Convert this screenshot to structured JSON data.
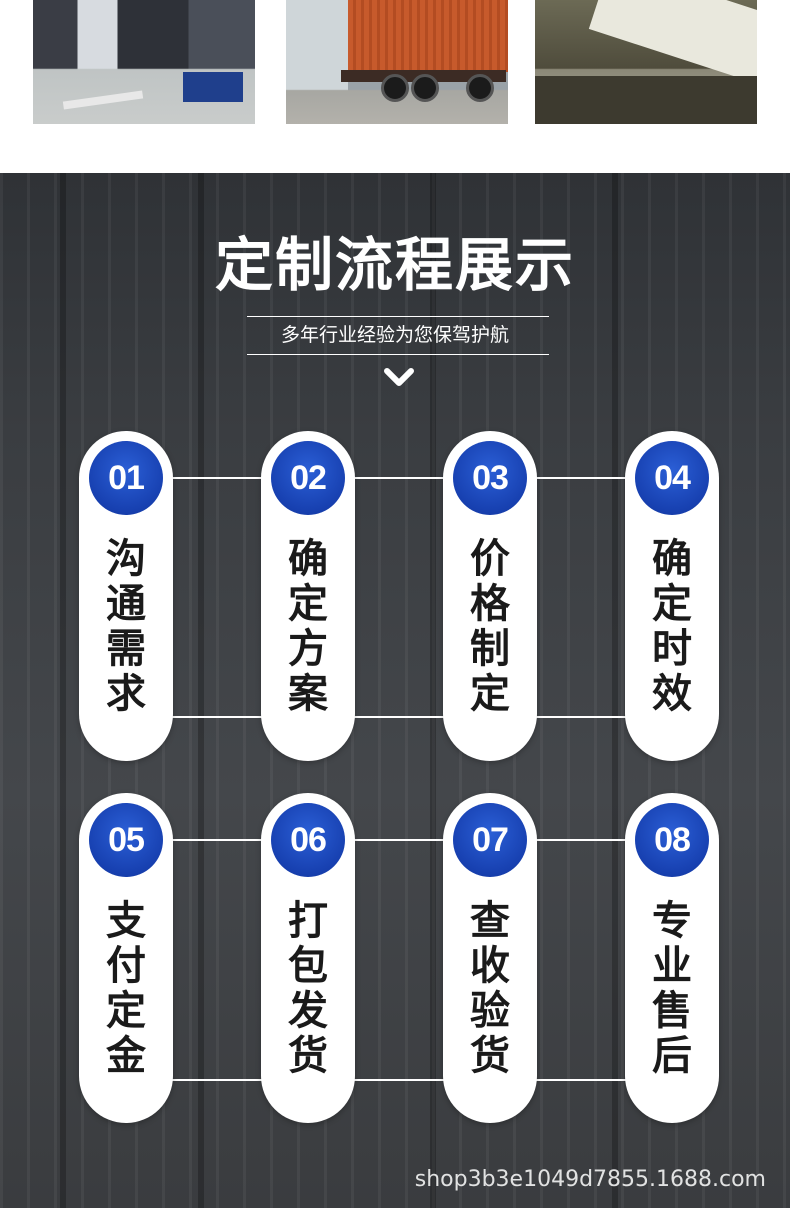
{
  "process": {
    "title": "定制流程展示",
    "subtitle": "多年行业经验为您保驾护航"
  },
  "steps": [
    {
      "number": "01",
      "label": "沟通需求"
    },
    {
      "number": "02",
      "label": "确定方案"
    },
    {
      "number": "03",
      "label": "价格制定"
    },
    {
      "number": "04",
      "label": "确定时效"
    },
    {
      "number": "05",
      "label": "支付定金"
    },
    {
      "number": "06",
      "label": "打包发货"
    },
    {
      "number": "07",
      "label": "查收验货"
    },
    {
      "number": "08",
      "label": "专业售后"
    }
  ],
  "watermark": "shop3b3e1049d7855.1688.com",
  "colors": {
    "accent_blue": "#1740b0",
    "background_dark": "#3a3d41",
    "pill_white": "#ffffff"
  },
  "icons": {
    "divider": "chevron-down-icon"
  }
}
